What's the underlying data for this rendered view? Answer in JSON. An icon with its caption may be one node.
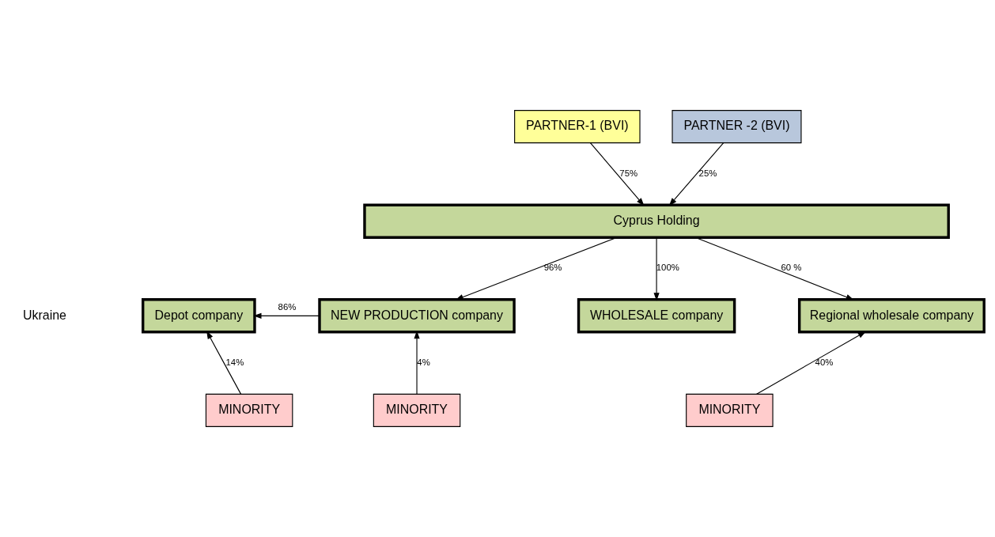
{
  "diagram": {
    "nodes": [
      {
        "text": [
          "PARTNER-1 (BVI)"
        ]
      },
      {
        "text": [
          "PARTNER -2 (BVI)"
        ]
      },
      {
        "text": [
          "Cyprus Holding"
        ]
      },
      {
        "text": [
          "Depot company"
        ]
      },
      {
        "text": [
          "NEW PRODUCTION company"
        ]
      },
      {
        "text": [
          "WHOLESALE company"
        ]
      },
      {
        "text": [
          "Regional wholesale company"
        ]
      },
      {
        "text": [
          "MINORITY"
        ]
      },
      {
        "text": [
          "MINORITY"
        ]
      },
      {
        "text": [
          "MINORITY"
        ]
      }
    ],
    "edges": [
      {
        "from": 0,
        "to": 2,
        "arrow": "to",
        "label": "75%"
      },
      {
        "from": 1,
        "to": 2,
        "arrow": "to",
        "label": "25%"
      },
      {
        "from": 2,
        "to": 4,
        "arrow": "to",
        "label": "96%"
      },
      {
        "from": 2,
        "to": 5,
        "arrow": "to",
        "label": "100%"
      },
      {
        "from": 2,
        "to": 6,
        "arrow": "to",
        "label": "60 %"
      },
      {
        "from": 4,
        "to": 3,
        "arrow": "to",
        "label": "86%"
      },
      {
        "from": 7,
        "to": 3,
        "arrow": "to",
        "label": "14%"
      },
      {
        "from": 8,
        "to": 4,
        "arrow": "to",
        "label": "4%"
      },
      {
        "from": 9,
        "to": 6,
        "arrow": "to",
        "label": "40%"
      }
    ],
    "labels": [
      "Ukraine"
    ]
  }
}
